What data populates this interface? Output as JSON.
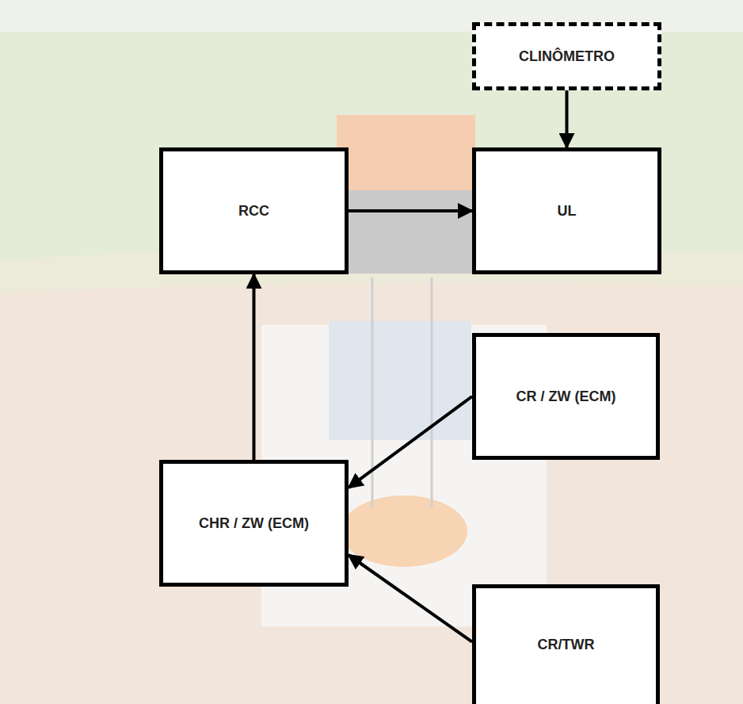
{
  "diagram": {
    "nodes": [
      {
        "text": [
          "CLINÔMETRO"
        ]
      },
      {
        "text": [
          "RCC"
        ]
      },
      {
        "text": [
          "UL"
        ]
      },
      {
        "text": [
          "CR / ZW (ECM)"
        ]
      },
      {
        "text": [
          "CHR / ZW (ECM)"
        ]
      },
      {
        "text": [
          "CR/TWR"
        ]
      }
    ],
    "edges": [
      {
        "from": 0,
        "to": 2,
        "arrow": "to"
      },
      {
        "from": 1,
        "to": 2,
        "arrow": "to"
      },
      {
        "from": 3,
        "to": 4,
        "arrow": "to"
      },
      {
        "from": 5,
        "to": 4,
        "arrow": "to"
      },
      {
        "from": 4,
        "to": 1,
        "arrow": "to"
      }
    ]
  }
}
